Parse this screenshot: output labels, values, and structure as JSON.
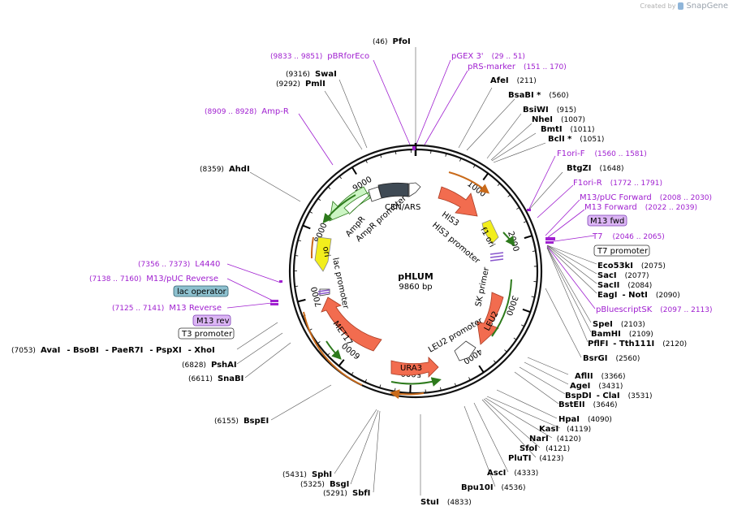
{
  "credit": {
    "created_by": "Created by",
    "brand": "SnapGene"
  },
  "plasmid": {
    "name": "pHLUM",
    "length_label": "9860 bp",
    "length": 9860
  },
  "ticks": [
    "1000",
    "2000",
    "3000",
    "4000",
    "5000",
    "6000",
    "7000",
    "8000",
    "9000"
  ],
  "features": [
    {
      "label": "CEN/ARS",
      "color": "#3f4a54"
    },
    {
      "label": "HIS3",
      "color": "#f26c4f"
    },
    {
      "label": "HIS3 promoter",
      "color": "#ffffff"
    },
    {
      "label": "f1 ori",
      "color": "#f2ee1c"
    },
    {
      "label": "SK primer",
      "color": "#8855cc"
    },
    {
      "label": "LEU2",
      "color": "#f26c4f"
    },
    {
      "label": "LEU2 promoter",
      "color": "#ffffff"
    },
    {
      "label": "URA3",
      "color": "#f26c4f"
    },
    {
      "label": "MET17",
      "color": "#f26c4f"
    },
    {
      "label": "lac promoter",
      "color": "#ffffff"
    },
    {
      "label": "ori",
      "color": "#f2ee1c"
    },
    {
      "label": "AmpR",
      "color": "#ccf5c4"
    },
    {
      "label": "AmpR promoter",
      "color": "#ffffff"
    }
  ],
  "boxes": [
    {
      "label": "M13 fwd",
      "style": "purple"
    },
    {
      "label": "T7 promoter",
      "style": "white"
    },
    {
      "label": "lac operator",
      "style": "teal"
    },
    {
      "label": "M13 rev",
      "style": "purple"
    },
    {
      "label": "T3 promoter",
      "style": "white"
    }
  ],
  "primer_labels": [
    {
      "name": "pBRforEco",
      "pos": "(9833 .. 9851)"
    },
    {
      "name": "pGEX 3'",
      "pos": "(29 .. 51)"
    },
    {
      "name": "pRS-marker",
      "pos": "(151 .. 170)"
    },
    {
      "name": "Amp-R",
      "pos": "(8909 .. 8928)"
    },
    {
      "name": "F1ori-F",
      "pos": "(1560 .. 1581)"
    },
    {
      "name": "F1ori-R",
      "pos": "(1772 .. 1791)"
    },
    {
      "name": "M13/pUC Forward",
      "pos": "(2008 .. 2030)"
    },
    {
      "name": "M13 Forward",
      "pos": "(2022 .. 2039)"
    },
    {
      "name": "T7",
      "pos": "(2046 .. 2065)"
    },
    {
      "name": "pBluescriptSK",
      "pos": "(2097 .. 2113)"
    },
    {
      "name": "L4440",
      "pos": "(7356 .. 7373)"
    },
    {
      "name": "M13/pUC Reverse",
      "pos": "(7138 .. 7160)"
    },
    {
      "name": "M13 Reverse",
      "pos": "(7125 .. 7141)"
    }
  ],
  "enzyme_labels": [
    {
      "name": "PfoI",
      "pos": "(46)"
    },
    {
      "name": "SwaI",
      "pos": "(9316)"
    },
    {
      "name": "PmlI",
      "pos": "(9292)"
    },
    {
      "name": "AfeI",
      "pos": "(211)"
    },
    {
      "name": "BsaBI *",
      "pos": "(560)"
    },
    {
      "name": "BsiWI",
      "pos": "(915)"
    },
    {
      "name": "NheI",
      "pos": "(1007)"
    },
    {
      "name": "BmtI",
      "pos": "(1011)"
    },
    {
      "name": "BclI *",
      "pos": "(1051)"
    },
    {
      "name": "AhdI",
      "pos": "(8359)"
    },
    {
      "name": "BtgZI",
      "pos": "(1648)"
    },
    {
      "name": "Eco53kI",
      "pos": "(2075)"
    },
    {
      "name": "SacI",
      "pos": "(2077)"
    },
    {
      "name": "SacII",
      "pos": "(2084)"
    },
    {
      "name": "EagI",
      "pos": ""
    },
    {
      "name": "- NotI",
      "pos": "(2090)"
    },
    {
      "name": "SpeI",
      "pos": "(2103)"
    },
    {
      "name": "BamHI",
      "pos": "(2109)"
    },
    {
      "name": "PflFI",
      "pos": ""
    },
    {
      "name": "- Tth111I",
      "pos": "(2120)"
    },
    {
      "name": "BsrGI",
      "pos": "(2560)"
    },
    {
      "name": "AvaI",
      "pos": "(7053)"
    },
    {
      "name": "- BsoBI",
      "pos": ""
    },
    {
      "name": "- PaeR7I",
      "pos": ""
    },
    {
      "name": "- PspXI",
      "pos": ""
    },
    {
      "name": "- XhoI",
      "pos": ""
    },
    {
      "name": "PshAI",
      "pos": "(6828)"
    },
    {
      "name": "SnaBI",
      "pos": "(6611)"
    },
    {
      "name": "AflII",
      "pos": "(3366)"
    },
    {
      "name": "AgeI",
      "pos": "(3431)"
    },
    {
      "name": "BspDI",
      "pos": ""
    },
    {
      "name": "- ClaI",
      "pos": "(3531)"
    },
    {
      "name": "BstEII",
      "pos": "(3646)"
    },
    {
      "name": "BspEI",
      "pos": "(6155)"
    },
    {
      "name": "HpaI",
      "pos": "(4090)"
    },
    {
      "name": "KasI",
      "pos": "(4119)"
    },
    {
      "name": "NarI",
      "pos": "(4120)"
    },
    {
      "name": "SfoI",
      "pos": "(4121)"
    },
    {
      "name": "PluTI",
      "pos": "(4123)"
    },
    {
      "name": "SphI",
      "pos": "(5431)"
    },
    {
      "name": "BsgI",
      "pos": "(5325)"
    },
    {
      "name": "SbfI",
      "pos": "(5291)"
    },
    {
      "name": "AscI",
      "pos": "(4333)"
    },
    {
      "name": "Bpu10I",
      "pos": "(4536)"
    },
    {
      "name": "StuI",
      "pos": "(4833)"
    }
  ]
}
